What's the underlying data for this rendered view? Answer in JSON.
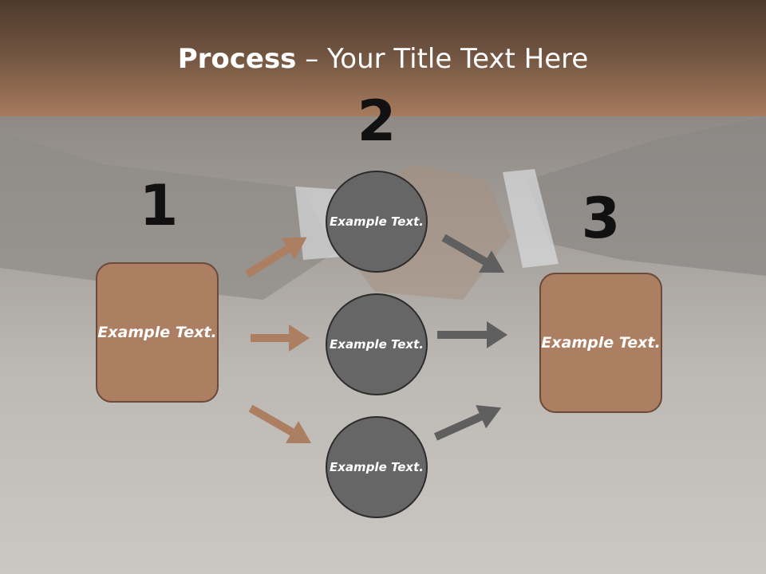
{
  "slide": {
    "title_bold": "Process",
    "title_rest": " – Your Title Text Here"
  },
  "steps": [
    {
      "number": "1",
      "text": "Example Text."
    },
    {
      "number": "2",
      "text": "Example Text."
    },
    {
      "number": "3",
      "text": "Example Text."
    }
  ],
  "middle_nodes": [
    {
      "text": "Example Text."
    },
    {
      "text": "Example Text."
    },
    {
      "text": "Example Text."
    }
  ],
  "colors": {
    "header_brown": "#a77b5d",
    "box_fill": "#ac7e62",
    "circle_fill": "#666666",
    "arrow_left": "#ac7e62",
    "arrow_right": "#5f5f5f"
  }
}
